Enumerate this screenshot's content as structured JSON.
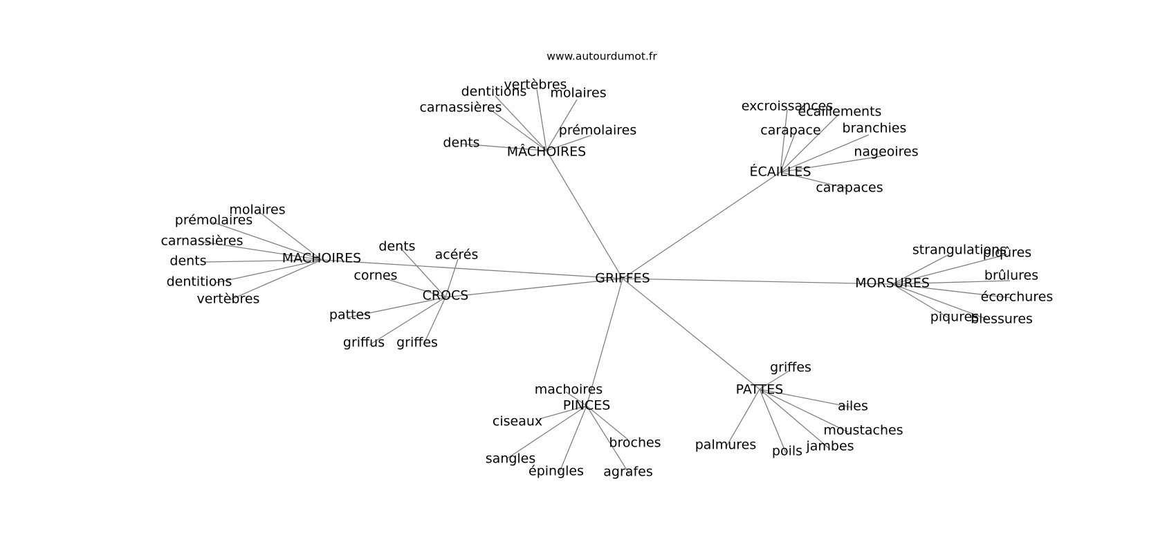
{
  "source": "www.autourdumot.fr",
  "center": "GRIFFES",
  "groups": [
    {
      "label": "MÂCHOIRES",
      "words": [
        "dents",
        "carnassières",
        "dentitions",
        "vertèbres",
        "molaires",
        "prémolaires"
      ]
    },
    {
      "label": "ÉCAILLES",
      "words": [
        "excroissances",
        "écaillements",
        "carapace",
        "branchies",
        "nageoires",
        "carapaces"
      ]
    },
    {
      "label": "MACHOIRES",
      "words": [
        "molaires",
        "prémolaires",
        "carnassières",
        "dents",
        "dentitions",
        "vertèbres"
      ]
    },
    {
      "label": "CROCS",
      "words": [
        "dents",
        "acérés",
        "cornes",
        "pattes",
        "griffus",
        "griffes"
      ]
    },
    {
      "label": "MORSURES",
      "words": [
        "strangulations",
        "piqûres",
        "brûlures",
        "écorchures",
        "piqures",
        "blessures"
      ]
    },
    {
      "label": "PINCES",
      "words": [
        "machoires",
        "ciseaux",
        "sangles",
        "épingles",
        "agrafes",
        "broches"
      ]
    },
    {
      "label": "PATTES",
      "words": [
        "griffes",
        "ailes",
        "moustaches",
        "jambes",
        "poils",
        "palmures"
      ]
    }
  ]
}
